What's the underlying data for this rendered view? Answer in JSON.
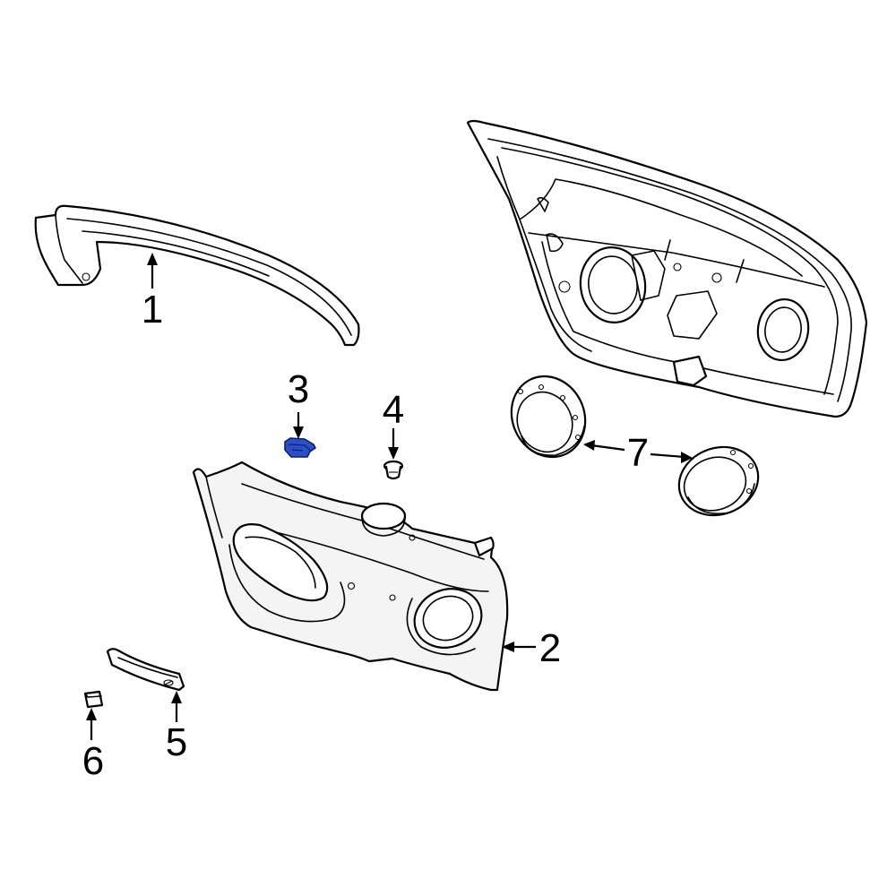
{
  "callouts": {
    "c1": "1",
    "c2": "2",
    "c3": "3",
    "c4": "4",
    "c5": "5",
    "c6": "6",
    "c7": "7"
  },
  "colors": {
    "highlight": "#2a4fc9",
    "line": "#000000",
    "background": "#ffffff"
  }
}
